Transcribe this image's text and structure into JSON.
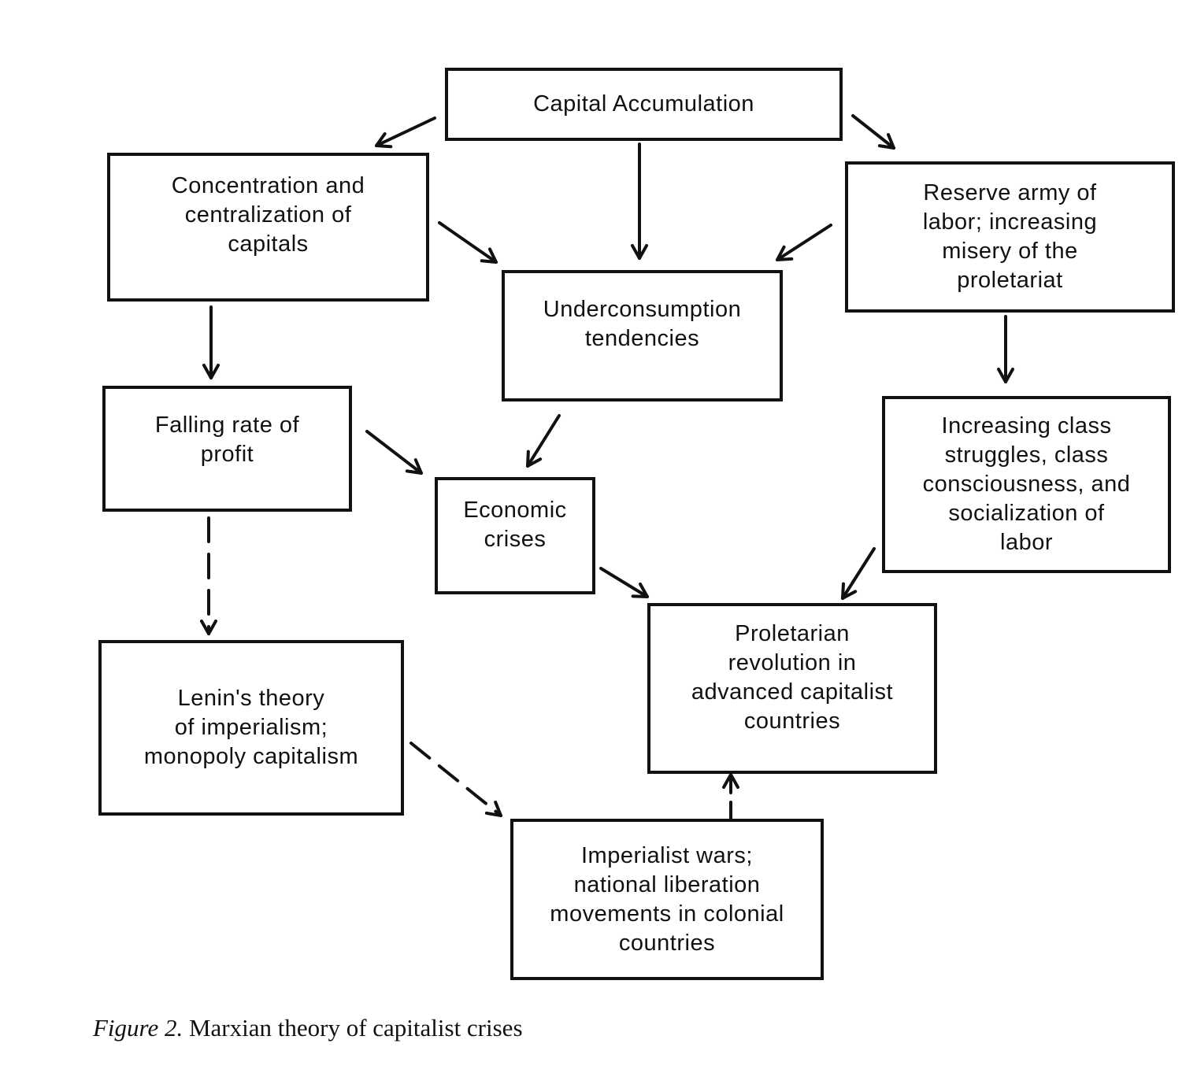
{
  "diagram": {
    "nodes": {
      "capital_accumulation": "Capital Accumulation",
      "concentration": "Concentration and\ncentralization of\ncapitals",
      "reserve_army": "Reserve army of\nlabor; increasing\nmisery of the\nproletariat",
      "underconsumption": "Underconsumption\ntendencies",
      "falling_rate": "Falling rate of\nprofit",
      "economic_crises": "Economic\ncrises",
      "class_struggles": "Increasing class\nstruggles, class\nconsciousness, and\nsocialization of\nlabor",
      "proletarian_revolution": "Proletarian\nrevolution in\nadvanced capitalist\ncountries",
      "lenin_theory": "Lenin's theory\nof imperialism;\nmonopoly capitalism",
      "imperialist_wars": "Imperialist wars;\nnational liberation\nmovements in colonial\ncountries"
    },
    "edges": [
      {
        "from": "capital_accumulation",
        "to": "concentration",
        "style": "solid"
      },
      {
        "from": "capital_accumulation",
        "to": "underconsumption",
        "style": "solid"
      },
      {
        "from": "capital_accumulation",
        "to": "reserve_army",
        "style": "solid"
      },
      {
        "from": "concentration",
        "to": "underconsumption",
        "style": "solid"
      },
      {
        "from": "reserve_army",
        "to": "underconsumption",
        "style": "solid"
      },
      {
        "from": "concentration",
        "to": "falling_rate",
        "style": "solid"
      },
      {
        "from": "reserve_army",
        "to": "class_struggles",
        "style": "solid"
      },
      {
        "from": "underconsumption",
        "to": "economic_crises",
        "style": "solid"
      },
      {
        "from": "falling_rate",
        "to": "economic_crises",
        "style": "solid"
      },
      {
        "from": "economic_crises",
        "to": "proletarian_revolution",
        "style": "solid"
      },
      {
        "from": "class_struggles",
        "to": "proletarian_revolution",
        "style": "solid"
      },
      {
        "from": "falling_rate",
        "to": "lenin_theory",
        "style": "dashed"
      },
      {
        "from": "lenin_theory",
        "to": "imperialist_wars",
        "style": "dashed"
      },
      {
        "from": "imperialist_wars",
        "to": "proletarian_revolution",
        "style": "dashed"
      }
    ]
  },
  "caption": {
    "figure_label": "Figure 2.",
    "text": "Marxian theory of capitalist crises"
  }
}
